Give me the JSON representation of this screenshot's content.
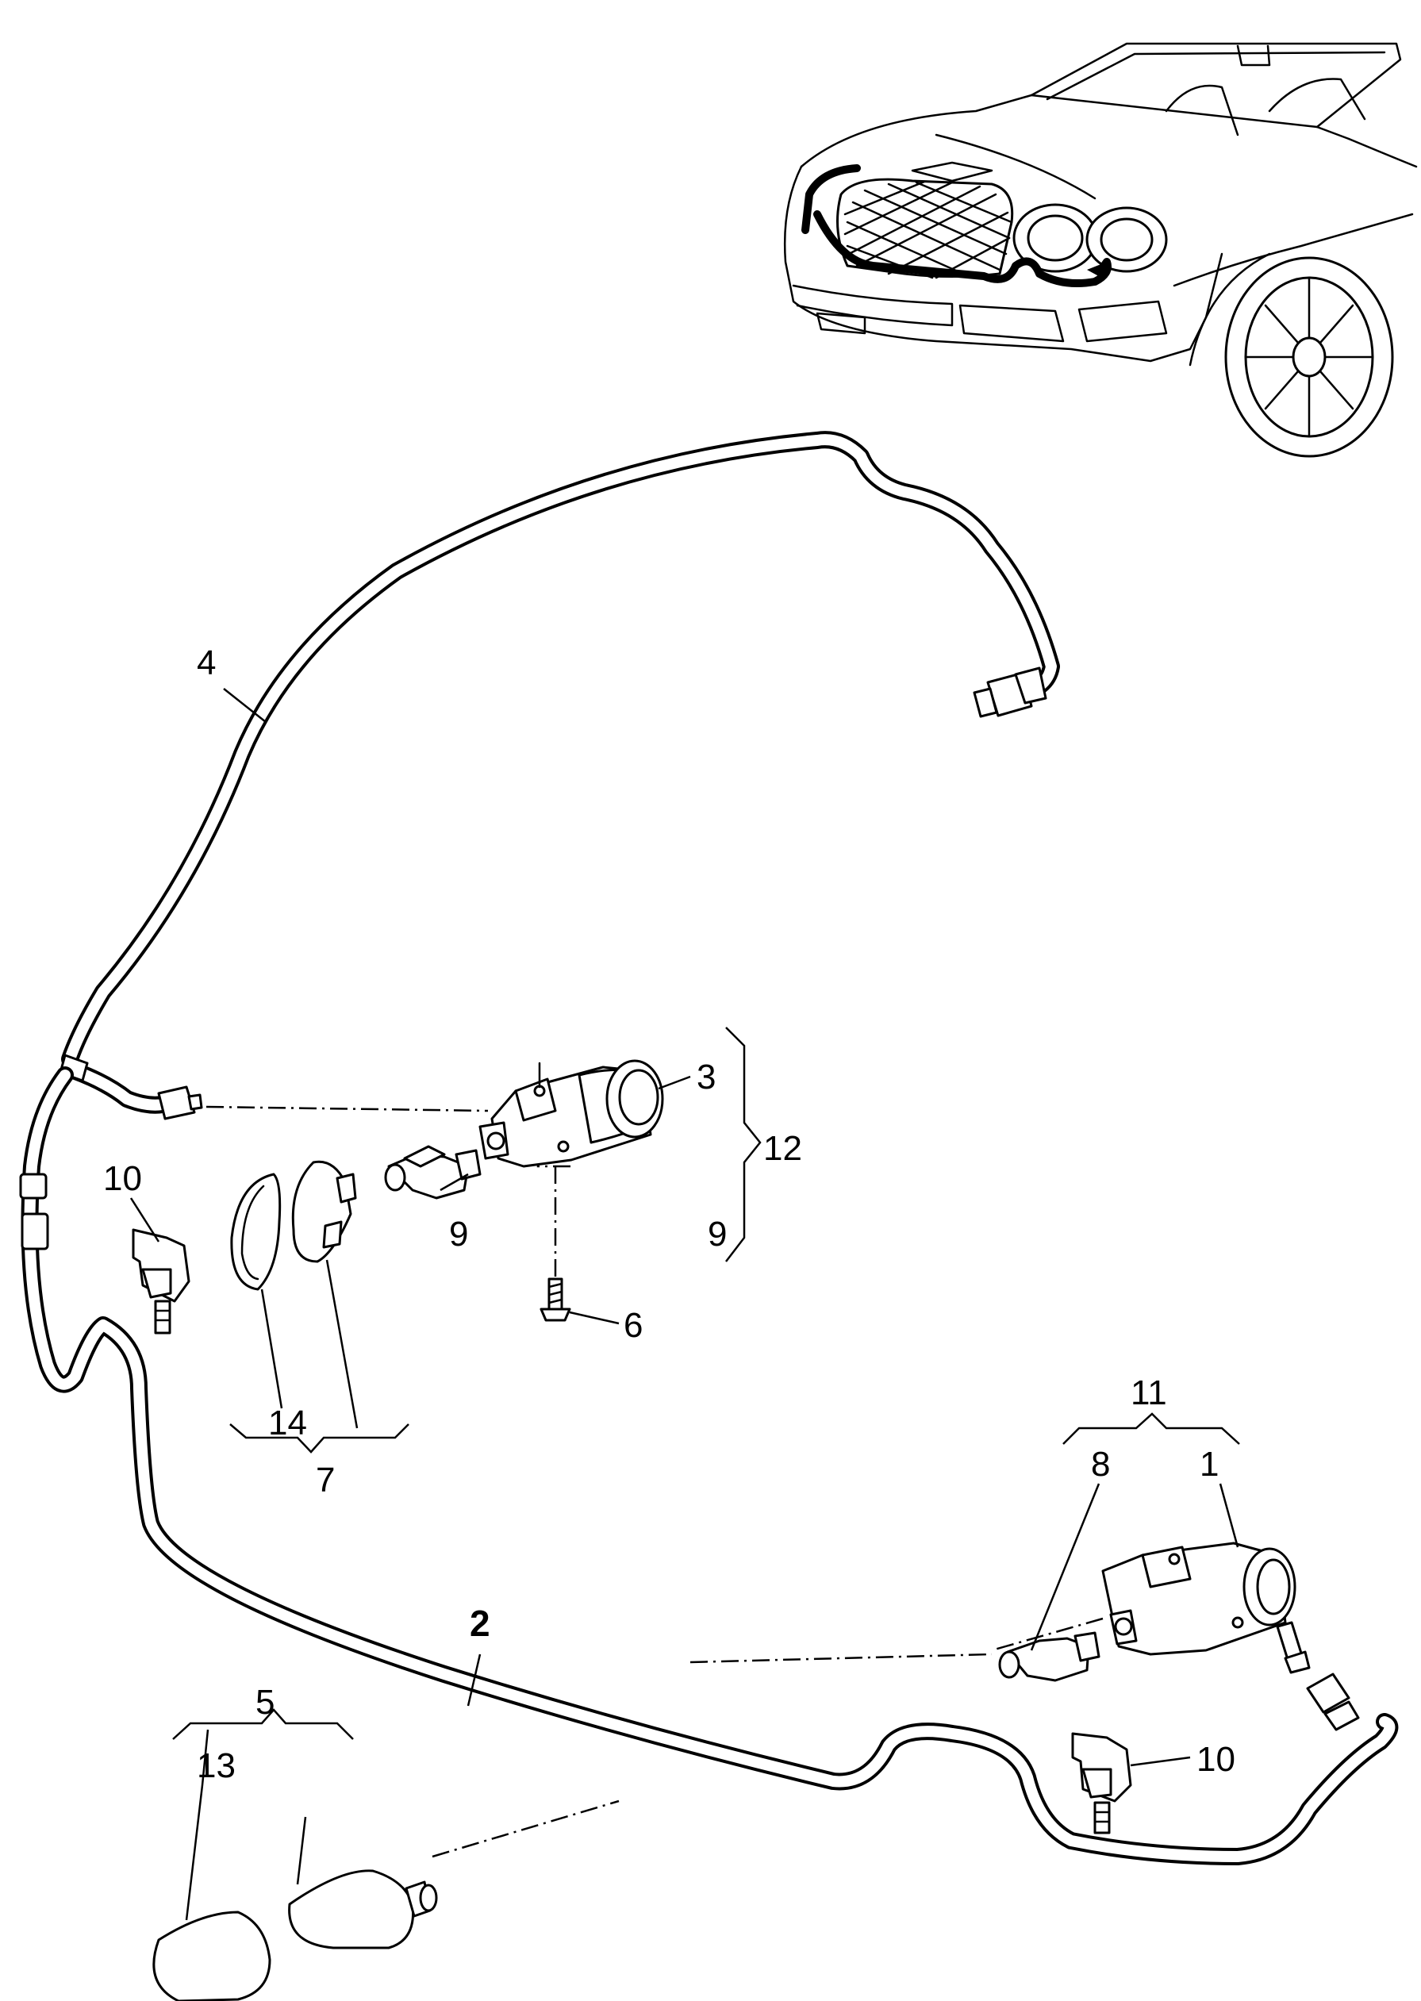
{
  "callouts": {
    "c1": "1",
    "c2": "2",
    "c3": "3",
    "c4": "4",
    "c5": "5",
    "c6": "6",
    "c7": "7",
    "c8": "8",
    "c9a": "9",
    "c9b": "9",
    "c10a": "10",
    "c10b": "10",
    "c11": "11",
    "c12": "12",
    "c13": "13",
    "c14": "14"
  },
  "colors": {
    "line": "#000000",
    "background": "#ffffff"
  }
}
